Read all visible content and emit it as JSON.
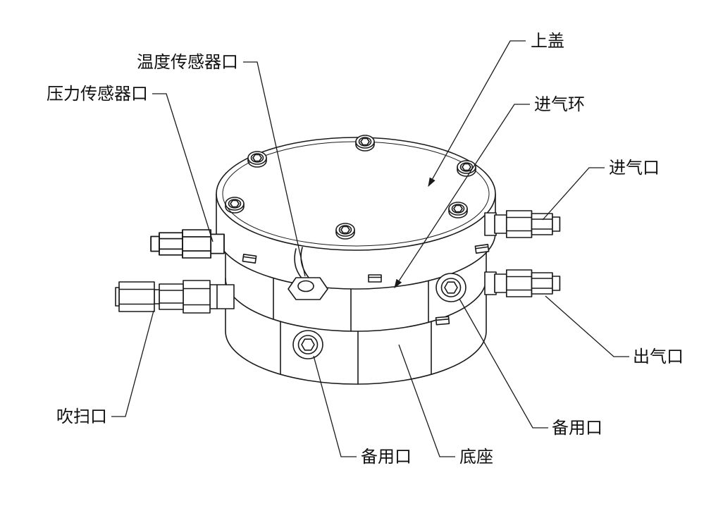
{
  "diagram": {
    "background": "#ffffff",
    "line_color": "#1a1a1a",
    "labels": [
      {
        "id": "temp-sensor-port",
        "text": "温度传感器口"
      },
      {
        "id": "pressure-sensor-port",
        "text": "压力传感器口"
      },
      {
        "id": "top-cover",
        "text": "上盖"
      },
      {
        "id": "intake-ring",
        "text": "进气环"
      },
      {
        "id": "inlet-port",
        "text": "进气口"
      },
      {
        "id": "outlet-port",
        "text": "出气口"
      },
      {
        "id": "purge-port",
        "text": "吹扫口"
      },
      {
        "id": "spare-port-bottom",
        "text": "备用口"
      },
      {
        "id": "base",
        "text": "底座"
      },
      {
        "id": "spare-port-right",
        "text": "备用口"
      }
    ]
  }
}
